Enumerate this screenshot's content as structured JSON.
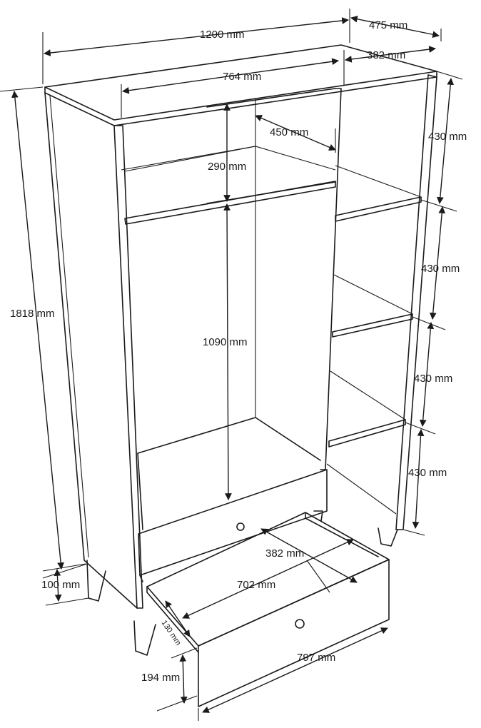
{
  "labels": {
    "width_total": "1200 mm",
    "depth_total": "475 mm",
    "depth_inner": "382 mm",
    "width_hanging": "764 mm",
    "shelf_depth": "450 mm",
    "top_space": "290 mm",
    "height_total": "1818 mm",
    "hanging_height": "1090 mm",
    "shelf_1": "430 mm",
    "shelf_2": "430 mm",
    "shelf_3": "430 mm",
    "shelf_4": "430 mm",
    "leg_height": "100 mm",
    "drawer_depth": "382 mm",
    "drawer_inner_width": "702 mm",
    "drawer_inner_height": "130 mm",
    "drawer_front_height": "194 mm",
    "drawer_front_width": "797 mm"
  },
  "colors": {
    "line": "#1a1a1a",
    "background": "#ffffff"
  }
}
